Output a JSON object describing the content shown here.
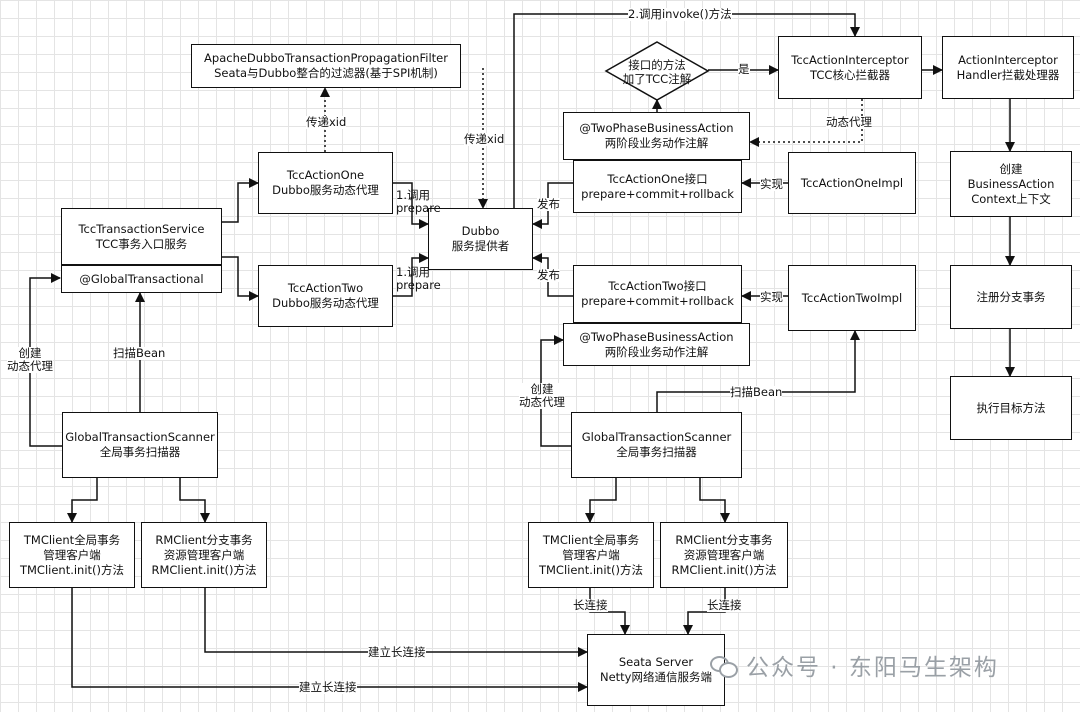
{
  "boxes": {
    "apache_filter": "ApacheDubboTransactionPropagationFilter\nSeata与Dubbo整合的过滤器(基于SPI机制)",
    "tcc_transaction_service": "TccTransactionService\nTCC事务入口服务",
    "global_transactional": "@GlobalTransactional",
    "tcc_action_one_proxy": "TccActionOne\nDubbo服务动态代理",
    "tcc_action_two_proxy": "TccActionTwo\nDubbo服务动态代理",
    "dubbo_provider": "Dubbo\n服务提供者",
    "decision": "接口的方法\n加了TCC注解",
    "tcc_interceptor": "TccActionInterceptor\nTCC核心拦截器",
    "action_handler": "ActionInterceptor\nHandler拦截处理器",
    "two_phase_one": "@TwoPhaseBusinessAction\n两阶段业务动作注解",
    "one_interface": "TccActionOne接口\nprepare+commit+rollback",
    "one_impl": "TccActionOneImpl",
    "two_interface": "TccActionTwo接口\nprepare+commit+rollback",
    "two_impl": "TccActionTwoImpl",
    "two_phase_two": "@TwoPhaseBusinessAction\n两阶段业务动作注解",
    "create_context": "创建\nBusinessAction\nContext上下文",
    "register_branch": "注册分支事务",
    "execute_target": "执行目标方法",
    "scanner_left": "GlobalTransactionScanner\n全局事务扫描器",
    "scanner_right": "GlobalTransactionScanner\n全局事务扫描器",
    "tm_left": "TMClient全局事务\n管理客户端\nTMClient.init()方法",
    "rm_left": "RMClient分支事务\n资源管理客户端\nRMClient.init()方法",
    "tm_right": "TMClient全局事务\n管理客户端\nTMClient.init()方法",
    "rm_right": "RMClient分支事务\n资源管理客户端\nRMClient.init()方法",
    "seata_server": "Seata Server\nNetty网络通信服务端"
  },
  "labels": {
    "invoke": "2.调用invoke()方法",
    "pass_xid_1": "传递xid",
    "pass_xid_2": "传递xid",
    "yes": "是",
    "dynamic_proxy": "动态代理",
    "call_prepare_1": "1.调用\nprepare",
    "call_prepare_2": "1.调用\nprepare",
    "publish_1": "发布",
    "publish_2": "发布",
    "implement_1": "实现",
    "implement_2": "实现",
    "create_proxy_left": "创建\n动态代理",
    "scan_bean_left": "扫描Bean",
    "create_proxy_right": "创建\n动态代理",
    "scan_bean_right": "扫描Bean",
    "long_conn_1": "长连接",
    "long_conn_2": "长连接",
    "build_long_conn_1": "建立长连接",
    "build_long_conn_2": "建立长连接"
  },
  "watermark": "公众号 · 东阳马生架构"
}
